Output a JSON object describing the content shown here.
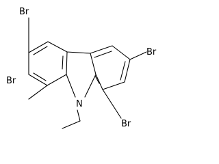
{
  "molecule": {
    "atoms": {
      "br_top_left": "Br",
      "br_right": "Br",
      "br_left": "Br",
      "br_bottom_right": "Br",
      "nitrogen": "N"
    },
    "colors": {
      "bond": "#000000",
      "label": "#000000",
      "background": "#ffffff"
    }
  }
}
